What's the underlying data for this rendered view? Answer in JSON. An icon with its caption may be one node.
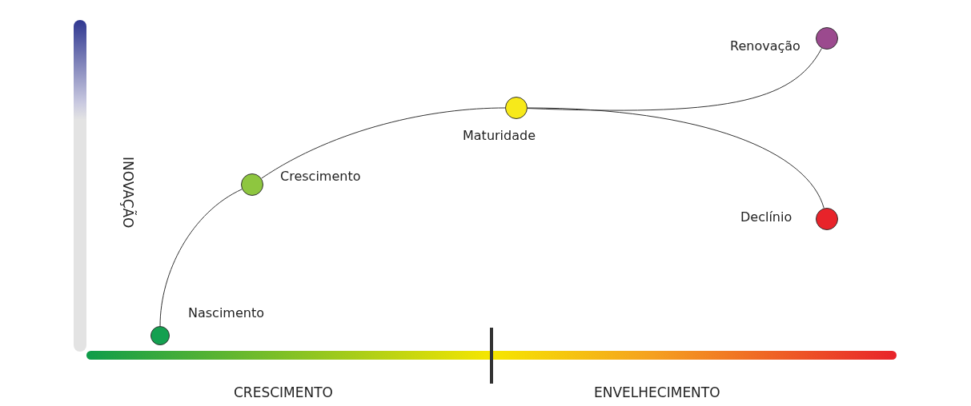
{
  "diagram": {
    "nodes": [
      {
        "text": [],
        "shape": "circle",
        "beside": [
          "Nascimento"
        ]
      },
      {
        "text": [],
        "shape": "circle",
        "beside": [
          "Crescimento"
        ]
      },
      {
        "text": [],
        "shape": "circle",
        "beside": [
          "Maturidade"
        ]
      },
      {
        "text": [],
        "shape": "circle",
        "beside": [
          "Renovação"
        ]
      },
      {
        "text": [],
        "shape": "circle",
        "beside": [
          "Declínio"
        ]
      }
    ],
    "edges": [
      {
        "from": 0,
        "to": 1,
        "arrow": "none"
      },
      {
        "from": 1,
        "to": 2,
        "arrow": "none"
      },
      {
        "from": 2,
        "to": 4,
        "arrow": "none"
      },
      {
        "from": 2,
        "to": 3,
        "arrow": "none"
      }
    ],
    "labels": [
      "INOVAÇÃO",
      "CRESCIMENTO",
      "ENVELHECIMENTO"
    ]
  }
}
